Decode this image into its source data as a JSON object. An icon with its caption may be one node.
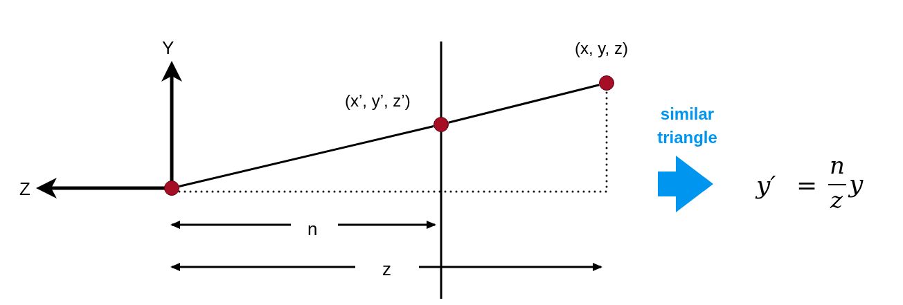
{
  "diagram": {
    "nodes": [
      {
        "text": [],
        "shape": "circle"
      },
      {
        "text": [
          "(x’, y’, z’)"
        ]
      },
      {
        "text": [
          "(x, y, z)"
        ]
      }
    ],
    "edges": [
      {
        "from": 0,
        "to": 1,
        "arrow": "none"
      },
      {
        "from": 1,
        "to": 2,
        "arrow": "none"
      },
      {
        "from": 0,
        "to": 2,
        "arrow": "none",
        "style": "dashed"
      }
    ],
    "labels": [
      "Y",
      "Z",
      "n",
      "z",
      "similar triangle",
      "y′",
      "=",
      "n",
      "z",
      "y"
    ]
  }
}
